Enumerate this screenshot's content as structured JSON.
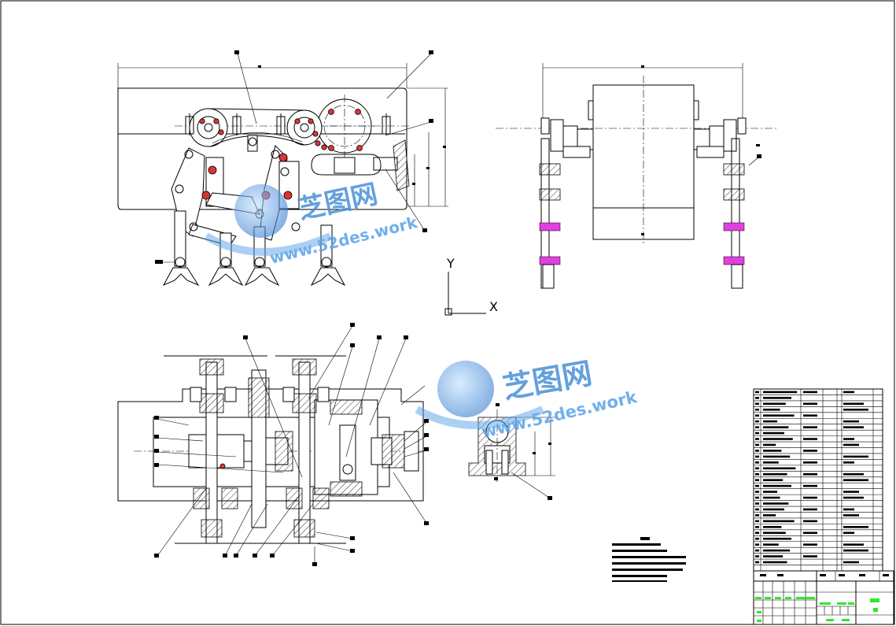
{
  "axes": {
    "y_label": "Y",
    "x_label": "X"
  },
  "watermark": {
    "brand": "芝图网",
    "url": "www.52des.work",
    "color": "#4a90d9"
  },
  "colors": {
    "line": "#000000",
    "highlight_red": "#dd3333",
    "title_green": "#2ee82e",
    "bearing_magenta": "#e040e0"
  }
}
